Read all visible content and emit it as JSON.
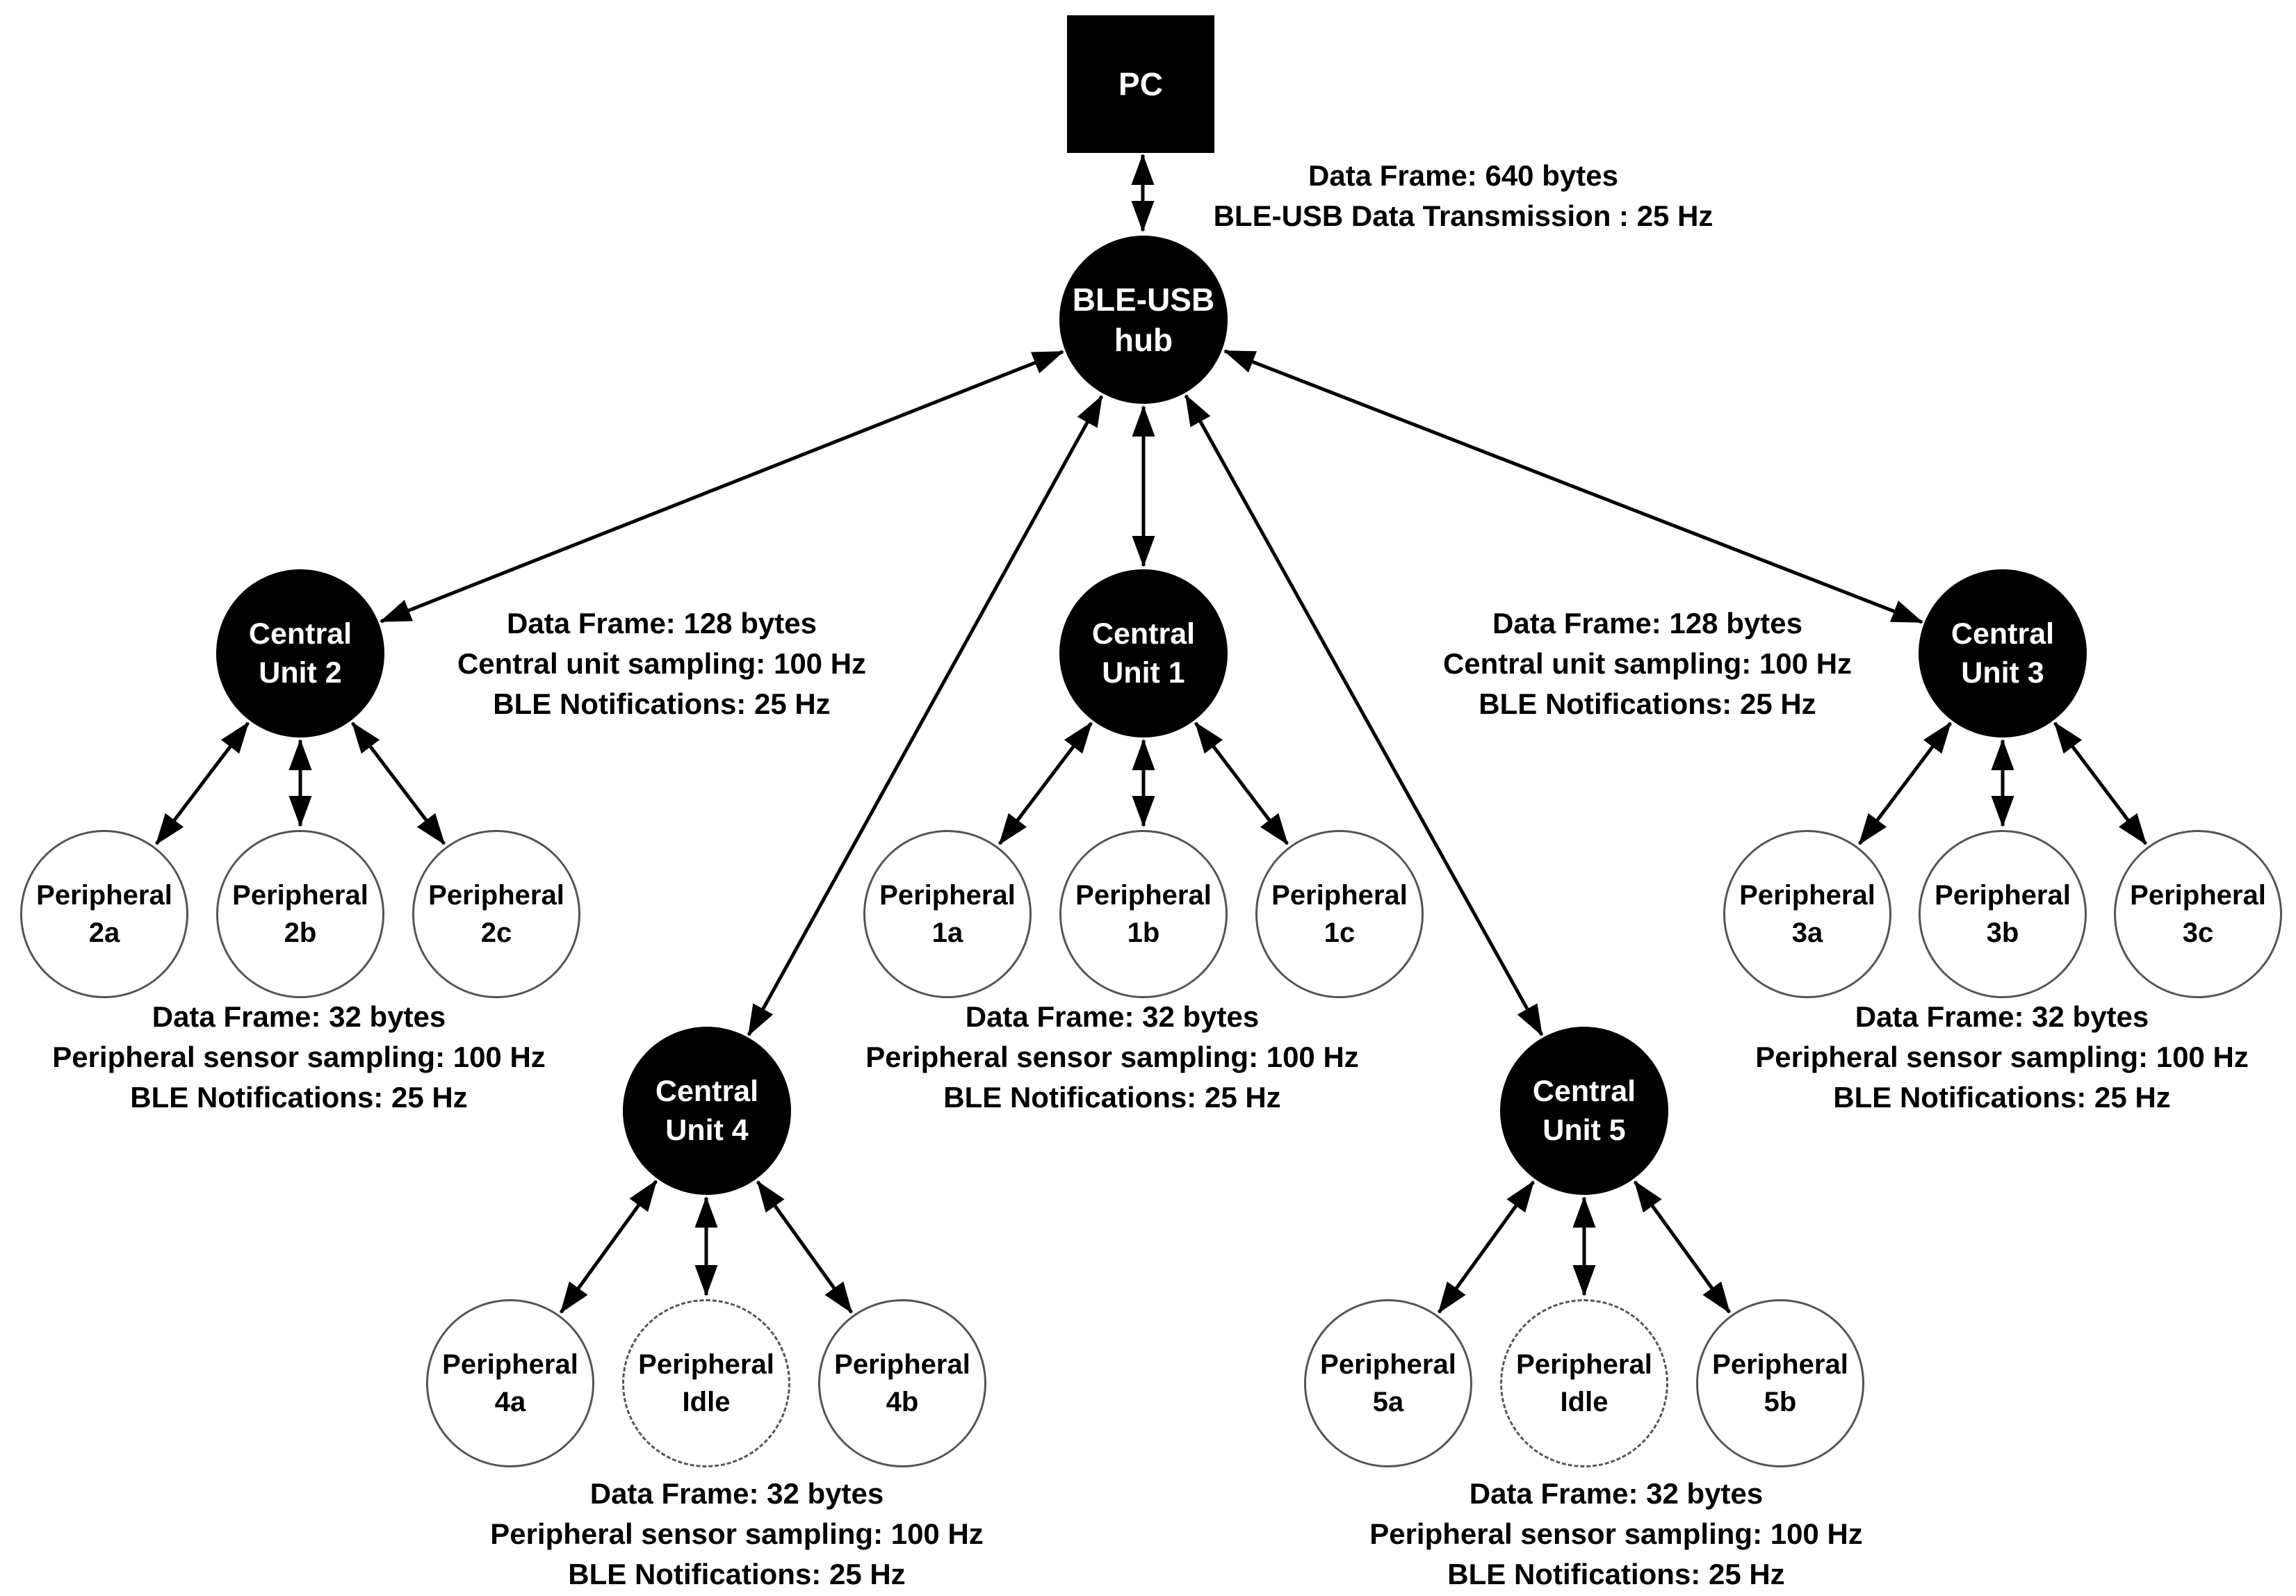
{
  "colors": {
    "background": "#ffffff",
    "node_fill": "#000000",
    "node_text": "#ffffff",
    "peripheral_border": "#555555",
    "edge": "#000000",
    "text": "#000000"
  },
  "pc": {
    "label": "PC"
  },
  "hub": {
    "line1": "BLE-USB",
    "line2": "hub"
  },
  "central_units": [
    {
      "line1": "Central",
      "line2": "Unit 1"
    },
    {
      "line1": "Central",
      "line2": "Unit 2"
    },
    {
      "line1": "Central",
      "line2": "Unit 3"
    },
    {
      "line1": "Central",
      "line2": "Unit 4"
    },
    {
      "line1": "Central",
      "line2": "Unit 5"
    }
  ],
  "peripherals": [
    {
      "line1": "Peripheral",
      "line2": "2a"
    },
    {
      "line1": "Peripheral",
      "line2": "2b"
    },
    {
      "line1": "Peripheral",
      "line2": "2c"
    },
    {
      "line1": "Peripheral",
      "line2": "1a"
    },
    {
      "line1": "Peripheral",
      "line2": "1b"
    },
    {
      "line1": "Peripheral",
      "line2": "1c"
    },
    {
      "line1": "Peripheral",
      "line2": "3a"
    },
    {
      "line1": "Peripheral",
      "line2": "3b"
    },
    {
      "line1": "Peripheral",
      "line2": "3c"
    },
    {
      "line1": "Peripheral",
      "line2": "4a"
    },
    {
      "line1": "Peripheral",
      "line2": "Idle"
    },
    {
      "line1": "Peripheral",
      "line2": "4b"
    },
    {
      "line1": "Peripheral",
      "line2": "5a"
    },
    {
      "line1": "Peripheral",
      "line2": "Idle"
    },
    {
      "line1": "Peripheral",
      "line2": "5b"
    }
  ],
  "annotations": {
    "hub_link": {
      "lines": [
        "Data Frame: 640 bytes",
        "BLE-USB Data Transmission : 25 Hz"
      ]
    },
    "central_left": {
      "lines": [
        "Data Frame: 128 bytes",
        "Central unit sampling: 100 Hz",
        "BLE Notifications: 25 Hz"
      ]
    },
    "central_right": {
      "lines": [
        "Data Frame: 128 bytes",
        "Central unit sampling: 100 Hz",
        "BLE Notifications: 25 Hz"
      ]
    },
    "peripheral_group2": {
      "lines": [
        "Data Frame: 32 bytes",
        "Peripheral sensor sampling: 100 Hz",
        "BLE Notifications: 25 Hz"
      ]
    },
    "peripheral_group1": {
      "lines": [
        "Data Frame: 32 bytes",
        "Peripheral sensor sampling: 100 Hz",
        "BLE Notifications: 25 Hz"
      ]
    },
    "peripheral_group3": {
      "lines": [
        "Data Frame: 32 bytes",
        "Peripheral sensor sampling: 100 Hz",
        "BLE Notifications: 25 Hz"
      ]
    },
    "peripheral_group4": {
      "lines": [
        "Data Frame: 32 bytes",
        "Peripheral sensor sampling: 100 Hz",
        "BLE Notifications: 25 Hz"
      ]
    },
    "peripheral_group5": {
      "lines": [
        "Data Frame: 32 bytes",
        "Peripheral sensor sampling: 100 Hz",
        "BLE Notifications: 25 Hz"
      ]
    }
  }
}
